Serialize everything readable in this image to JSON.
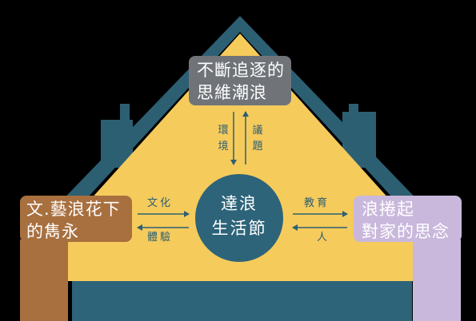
{
  "diagram": {
    "top_box": {
      "lines": [
        "不斷追逐的",
        "思維潮浪"
      ],
      "color": "#707479"
    },
    "left_box": {
      "lines": [
        "文.藝浪花下",
        "的雋永"
      ],
      "color": "#A8703F"
    },
    "right_box": {
      "lines": [
        "浪捲起",
        "對家的思念"
      ],
      "color": "#C9B8DC"
    },
    "center": {
      "lines": [
        "達浪",
        "生活節"
      ],
      "color": "#2D6479"
    },
    "arrow_labels": {
      "top_left": [
        "環",
        "境"
      ],
      "top_right": [
        "議",
        "題"
      ],
      "left_upper": "文化",
      "left_lower": "體驗",
      "right_upper": "教育",
      "right_lower": "人"
    },
    "colors": {
      "house_fill": "#F5CB5C",
      "roof_outline": "#2D5F73",
      "base": "#2D6479",
      "arrow": "#2D5F73"
    }
  }
}
